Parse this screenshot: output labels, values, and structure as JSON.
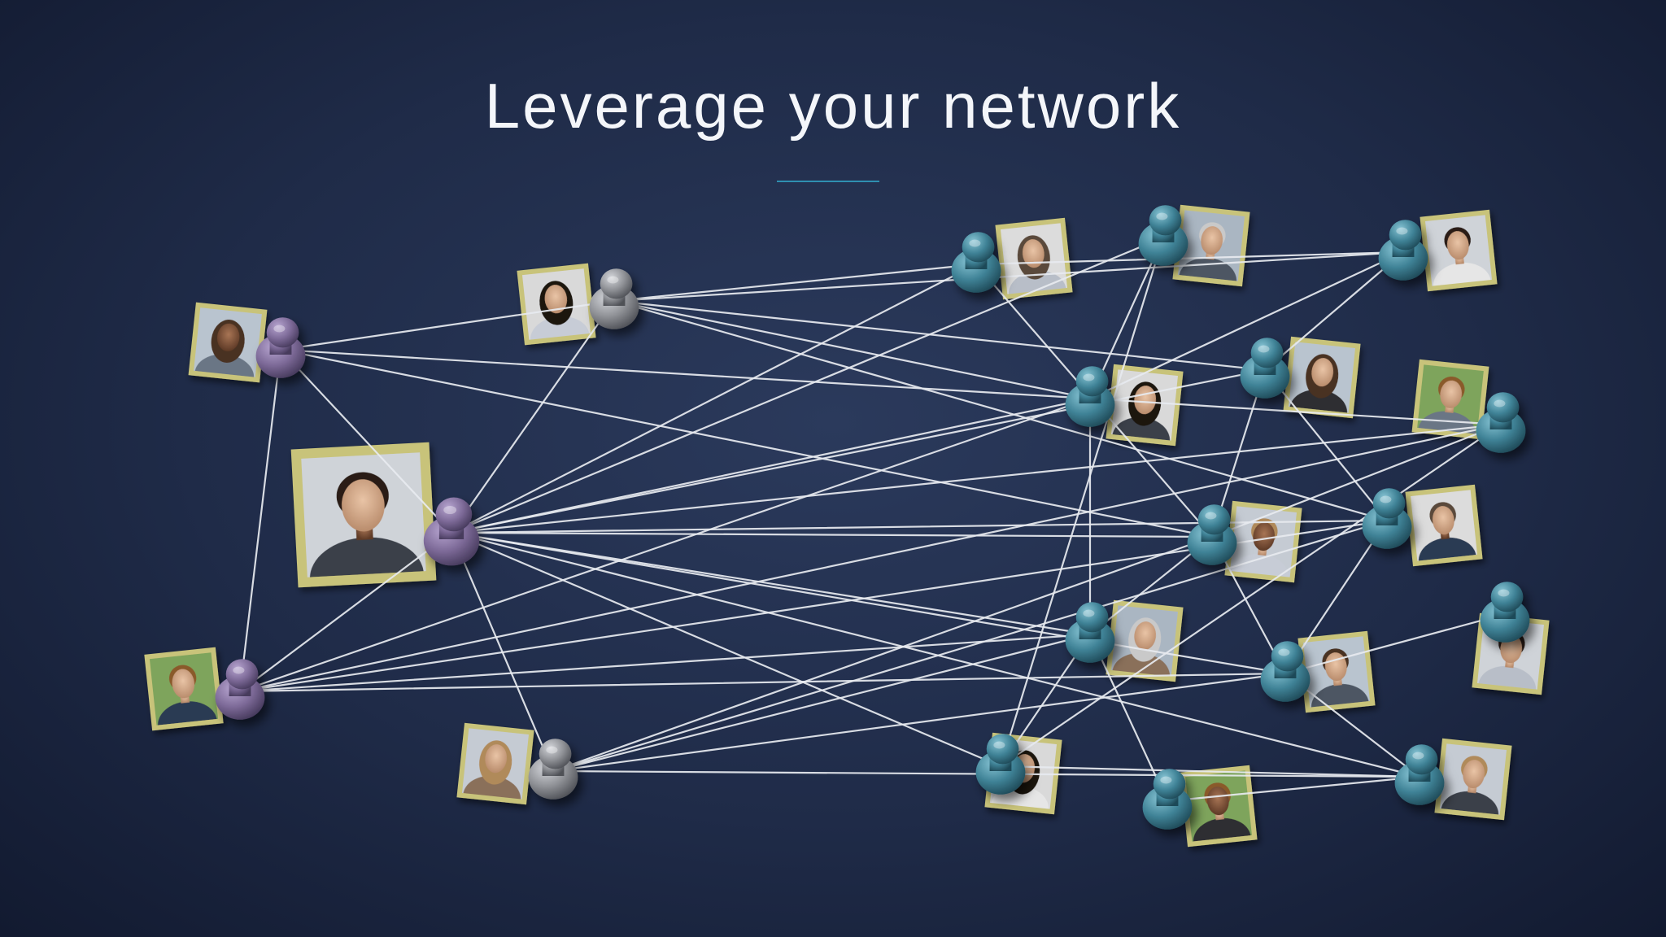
{
  "slide": {
    "title": "Leverage your network"
  },
  "colors": {
    "background": "#1f2b48",
    "string": "#e8ebf0",
    "frame": "#c8c37a",
    "pin_purple": "#7d6a98",
    "pin_gray": "#8f9196",
    "pin_teal": "#3f8296",
    "title_rule": "#2f8fb0"
  },
  "network": {
    "nodes": [
      {
        "id": "you",
        "pin": "purple",
        "person": "man-blazer"
      },
      {
        "id": "p1",
        "pin": "purple",
        "person": "woman-dark-hair"
      },
      {
        "id": "p2",
        "pin": "gray",
        "person": "woman-redhead-green-bg"
      },
      {
        "id": "p3",
        "pin": "purple",
        "person": "man-smiling-young"
      },
      {
        "id": "p4",
        "pin": "gray",
        "person": "woman-asian-white-top"
      },
      {
        "id": "p5",
        "pin": "teal",
        "person": "woman-brunette"
      },
      {
        "id": "p6",
        "pin": "teal",
        "person": "man-suit"
      },
      {
        "id": "p7",
        "pin": "teal",
        "person": "man-sunglasses-outdoor"
      },
      {
        "id": "p8",
        "pin": "teal",
        "person": "woman-asian-red-top"
      },
      {
        "id": "p9",
        "pin": "teal",
        "person": "woman-black-hair"
      },
      {
        "id": "p10",
        "pin": "teal",
        "person": "man-asian-smiling"
      },
      {
        "id": "p11",
        "pin": "teal",
        "person": "man-dark-skin-shirt"
      },
      {
        "id": "p12",
        "pin": "teal",
        "person": "man-young-white-shirt"
      },
      {
        "id": "p13",
        "pin": "teal",
        "person": "woman-hispanic"
      },
      {
        "id": "p14",
        "pin": "teal",
        "person": "man-asian-suit"
      },
      {
        "id": "p15",
        "pin": "teal",
        "person": "man-glasses"
      },
      {
        "id": "p16",
        "pin": "teal",
        "person": "woman-curly-hair"
      },
      {
        "id": "p17",
        "pin": "teal",
        "person": "man-bald-white-shirt"
      },
      {
        "id": "p18",
        "pin": "teal",
        "person": "man-gray-hair"
      }
    ],
    "edges": [
      [
        "you",
        "p1"
      ],
      [
        "you",
        "p2"
      ],
      [
        "you",
        "p3"
      ],
      [
        "you",
        "p4"
      ],
      [
        "you",
        "p5"
      ],
      [
        "you",
        "p6"
      ],
      [
        "you",
        "p8"
      ],
      [
        "you",
        "p9"
      ],
      [
        "you",
        "p10"
      ],
      [
        "you",
        "p11"
      ],
      [
        "you",
        "p12"
      ],
      [
        "you",
        "p13"
      ],
      [
        "you",
        "p15"
      ],
      [
        "you",
        "p16"
      ],
      [
        "you",
        "p18"
      ],
      [
        "p1",
        "p2"
      ],
      [
        "p1",
        "p3"
      ],
      [
        "p1",
        "p11"
      ],
      [
        "p1",
        "p9"
      ],
      [
        "p2",
        "p5"
      ],
      [
        "p2",
        "p8"
      ],
      [
        "p2",
        "p9"
      ],
      [
        "p2",
        "p12"
      ],
      [
        "p2",
        "p7"
      ],
      [
        "p3",
        "p9"
      ],
      [
        "p3",
        "p10"
      ],
      [
        "p3",
        "p15"
      ],
      [
        "p3",
        "p13"
      ],
      [
        "p3",
        "p12"
      ],
      [
        "p4",
        "p13"
      ],
      [
        "p4",
        "p15"
      ],
      [
        "p4",
        "p18"
      ],
      [
        "p4",
        "p12"
      ],
      [
        "p4",
        "p11"
      ],
      [
        "p5",
        "p7"
      ],
      [
        "p5",
        "p11"
      ],
      [
        "p6",
        "p9"
      ],
      [
        "p6",
        "p16"
      ],
      [
        "p7",
        "p8"
      ],
      [
        "p7",
        "p9"
      ],
      [
        "p8",
        "p11"
      ],
      [
        "p8",
        "p12"
      ],
      [
        "p9",
        "p10"
      ],
      [
        "p9",
        "p13"
      ],
      [
        "p10",
        "p16"
      ],
      [
        "p10",
        "p11"
      ],
      [
        "p11",
        "p15"
      ],
      [
        "p11",
        "p13"
      ],
      [
        "p12",
        "p15"
      ],
      [
        "p13",
        "p16"
      ],
      [
        "p13",
        "p17"
      ],
      [
        "p14",
        "p15"
      ],
      [
        "p15",
        "p18"
      ],
      [
        "p16",
        "p18"
      ],
      [
        "p17",
        "p18"
      ]
    ]
  }
}
